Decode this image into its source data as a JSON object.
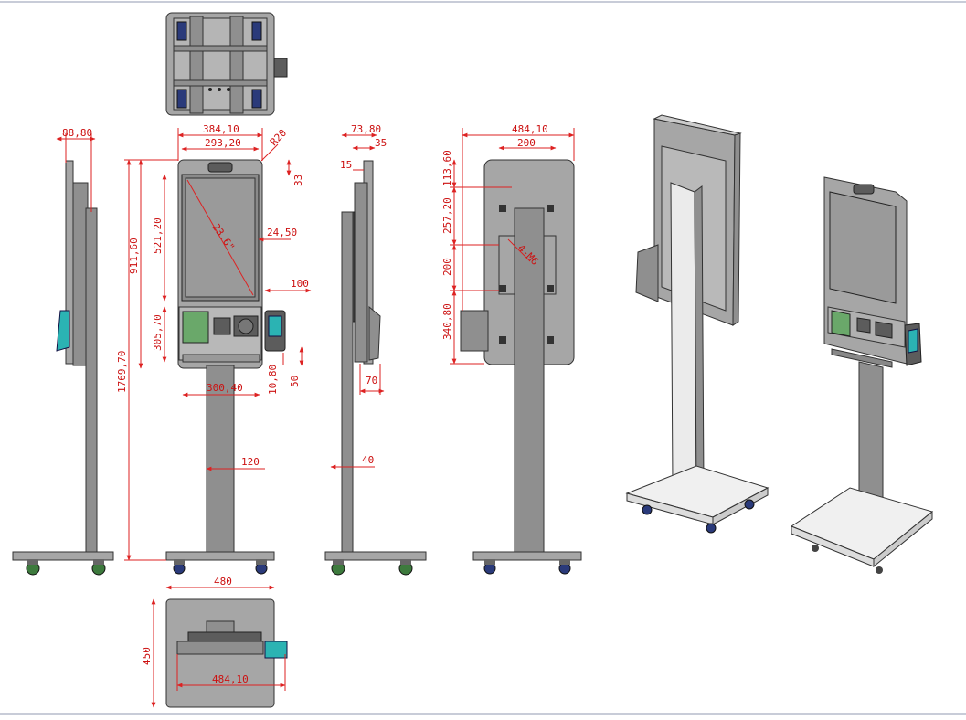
{
  "figure": {
    "front_view": {
      "width_top": "384,10",
      "screen_width": "293,20",
      "corner_radius": "R20",
      "top_offset": "33",
      "screen_diagonal": "23.6\"",
      "screen_height": "521,20",
      "side_margin": "24,50",
      "total_height": "911,60",
      "lower_panel_height": "305,70",
      "reader_width": "100",
      "tray_width": "300,40",
      "tray_height": "10,80",
      "tray_depth": "50",
      "pole_width": "120",
      "overall_height": "1769,70"
    },
    "side_view_left": {
      "depth": "88,80"
    },
    "side_view_right": {
      "depth": "73,80",
      "bezel_offset": "35",
      "lip": "15",
      "base_offset": "70",
      "pole_depth": "40"
    },
    "back_view": {
      "width": "484,10",
      "vesa_width": "200",
      "top_gap": "113,60",
      "upper_height": "257,20",
      "vesa_height": "200",
      "lower_height": "340,80",
      "hole_label": "4-M6"
    },
    "top_view": {
      "base_width": "480",
      "base_depth": "450",
      "unit_width": "484,10"
    }
  }
}
